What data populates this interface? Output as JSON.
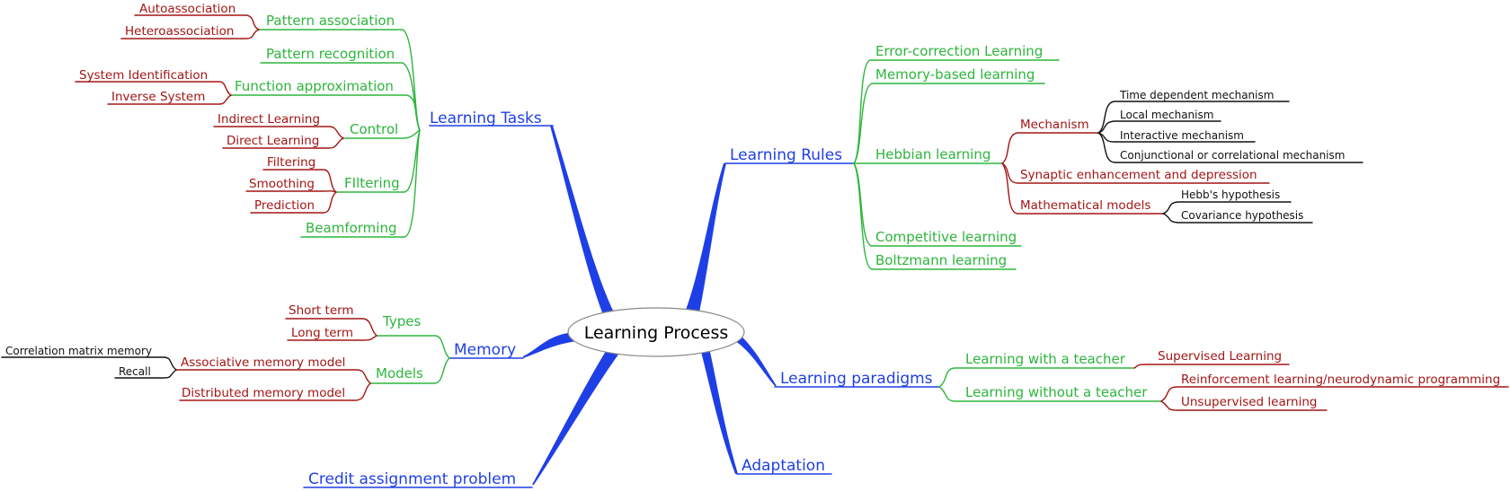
{
  "colors": {
    "root": "#000000",
    "main": "#1f3fe6",
    "sub": "#2db53c",
    "leaf": "#a31515",
    "twig": "#111111"
  },
  "root": {
    "label": "Learning Process"
  },
  "branches": {
    "learning_tasks": {
      "label": "Learning Tasks",
      "children": {
        "pattern_association": {
          "label": "Pattern association",
          "children": [
            "Autoassociation",
            "Heteroassociation"
          ]
        },
        "pattern_recognition": {
          "label": "Pattern recognition"
        },
        "function_approximation": {
          "label": "Function approximation",
          "children": [
            "System Identification",
            "Inverse System"
          ]
        },
        "control": {
          "label": "Control",
          "children": [
            "Indirect Learning",
            "Direct Learning"
          ]
        },
        "filtering": {
          "label": "FIltering",
          "children": [
            "Filtering",
            "Smoothing",
            "Prediction"
          ]
        },
        "beamforming": {
          "label": "Beamforming"
        }
      }
    },
    "memory": {
      "label": "Memory",
      "children": {
        "types": {
          "label": "Types",
          "children": [
            "Short term",
            "Long term"
          ]
        },
        "models": {
          "label": "Models",
          "children": {
            "associative": {
              "label": "Associative memory model",
              "children": [
                "Correlation matrix memory",
                "Recall"
              ]
            },
            "distributed": {
              "label": "Distributed memory model"
            }
          }
        }
      }
    },
    "credit_assignment": {
      "label": "Credit assignment problem"
    },
    "learning_rules": {
      "label": "Learning Rules",
      "children": {
        "error_correction": {
          "label": "Error-correction Learning"
        },
        "memory_based": {
          "label": "Memory-based learning"
        },
        "hebbian": {
          "label": "Hebbian learning",
          "children": {
            "mechanism": {
              "label": "Mechanism",
              "children": [
                "Time dependent mechanism",
                "Local mechanism",
                "Interactive mechanism",
                "Conjunctional or correlational mechanism"
              ]
            },
            "synaptic": {
              "label": "Synaptic enhancement and depression"
            },
            "mathematical": {
              "label": "Mathematical models",
              "children": [
                "Hebb's hypothesis",
                "Covariance hypothesis"
              ]
            }
          }
        },
        "competitive": {
          "label": "Competitive learning"
        },
        "boltzmann": {
          "label": "Boltzmann learning"
        }
      }
    },
    "learning_paradigms": {
      "label": "Learning paradigms",
      "children": {
        "with_teacher": {
          "label": "Learning with a teacher",
          "children": [
            "Supervised Learning"
          ]
        },
        "without_teacher": {
          "label": "Learning without a teacher",
          "children": [
            "Reinforcement learning/neurodynamic programming",
            "Unsupervised learning"
          ]
        }
      }
    },
    "adaptation": {
      "label": "Adaptation"
    }
  }
}
